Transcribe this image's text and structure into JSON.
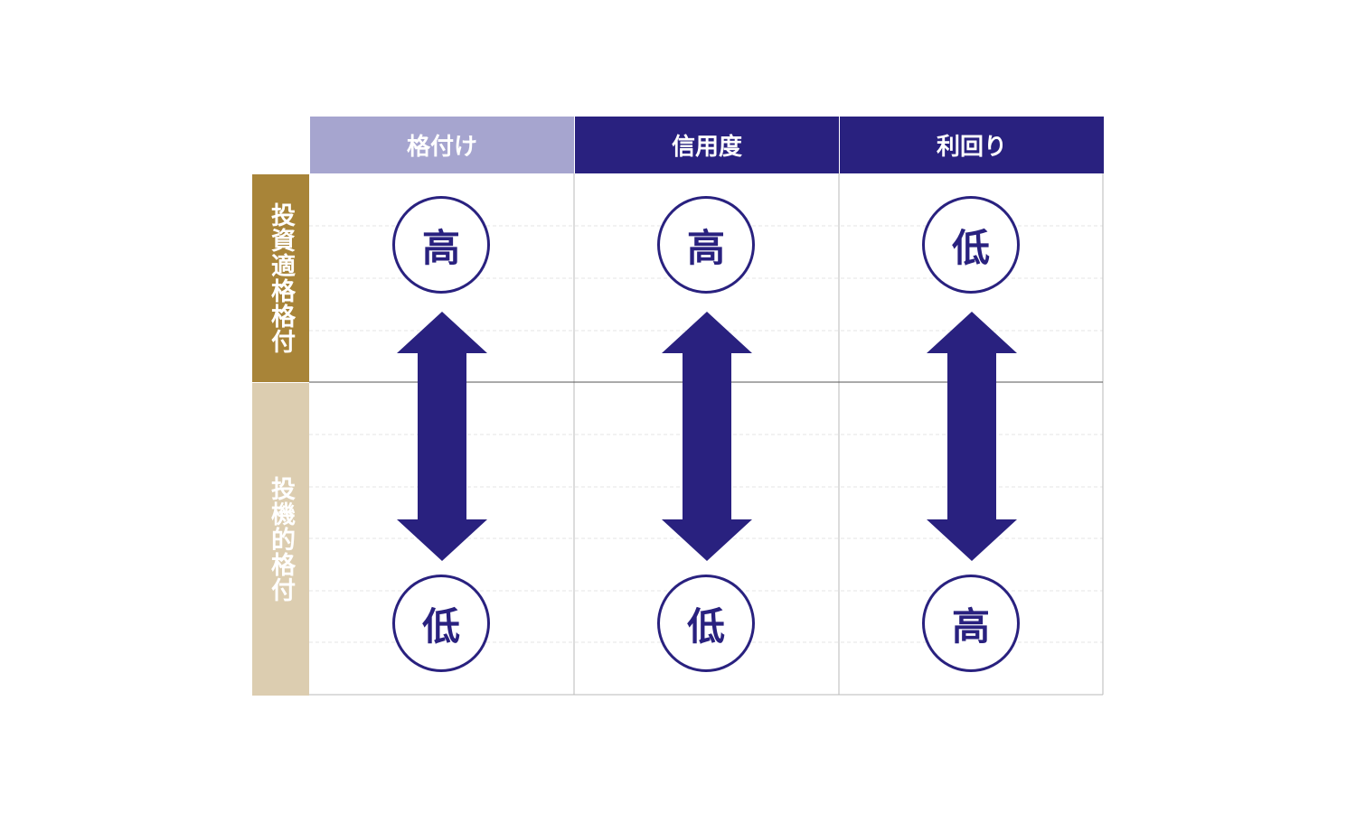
{
  "columns": [
    {
      "label": "格付け",
      "color": "#a6a5cf"
    },
    {
      "label": "信用度",
      "color": "#29217f"
    },
    {
      "label": "利回り",
      "color": "#29217f"
    }
  ],
  "rows": [
    {
      "label": "投資適格格付",
      "color": "#a88438"
    },
    {
      "label": "投機的格付",
      "color": "#dccdb0"
    }
  ],
  "top_values": [
    "高",
    "高",
    "低"
  ],
  "bottom_values": [
    "低",
    "低",
    "高"
  ],
  "colors": {
    "accent": "#29217f",
    "grid": "#b9b9b9",
    "dashed": "#e3e3e3"
  }
}
